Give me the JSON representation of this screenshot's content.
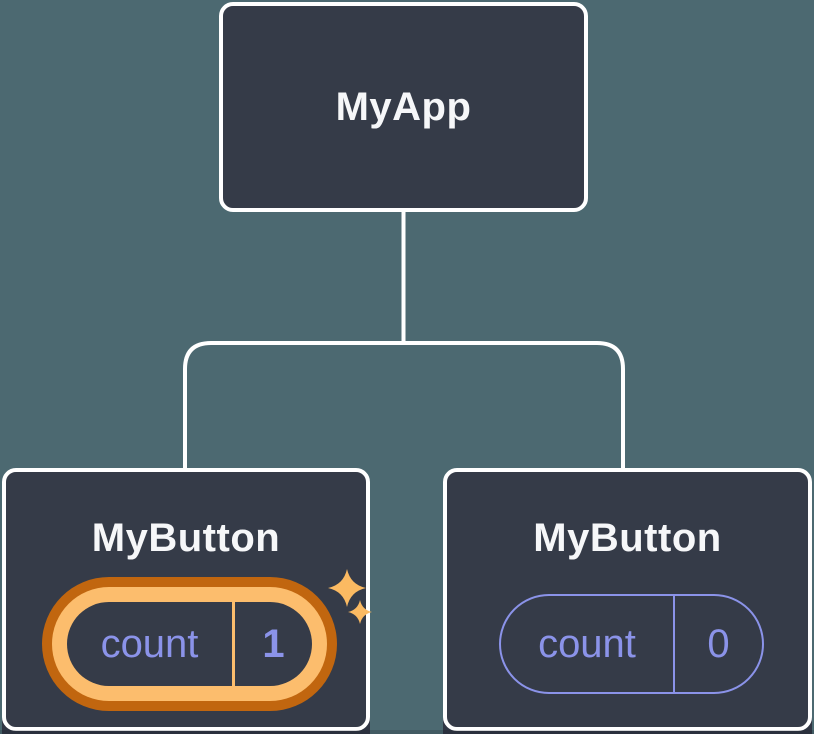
{
  "diagram": {
    "type": "component-tree",
    "root": {
      "label": "MyApp"
    },
    "children": [
      {
        "label": "MyButton",
        "state": {
          "name": "count",
          "value": "1"
        },
        "highlighted": true,
        "icon": "sparkles-icon"
      },
      {
        "label": "MyButton",
        "state": {
          "name": "count",
          "value": "0"
        },
        "highlighted": false
      }
    ],
    "colors": {
      "background": "#4c6971",
      "node_fill": "#353b48",
      "node_border": "#ffffff",
      "label_text": "#f6f7f9",
      "state_text": "#8b93e9",
      "state_pill_border": "#8b93e9",
      "highlight_ring_outer": "#c1660f",
      "highlight_ring_inner": "#fcbd6d",
      "sparkle": "#fbba62",
      "connector": "#ffffff"
    }
  }
}
